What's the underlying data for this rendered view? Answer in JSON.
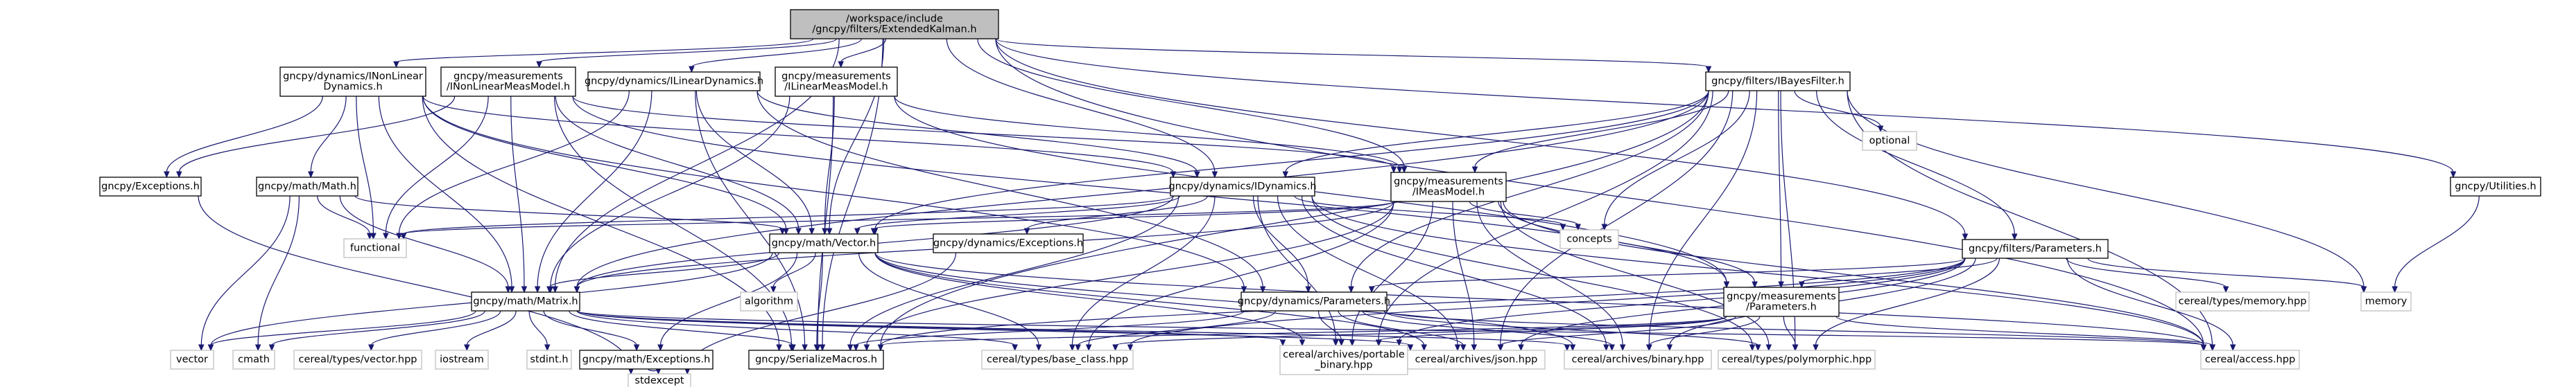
{
  "graph": {
    "nodes": [
      {
        "id": "root",
        "lines": [
          "/workspace/include",
          "/gncpy/filters/ExtendedKalman.h"
        ],
        "style": "root"
      },
      {
        "id": "nonlineardyn",
        "lines": [
          "gncpy/dynamics/INonLinear",
          "Dynamics.h"
        ],
        "style": "link"
      },
      {
        "id": "nonlinearmeas",
        "lines": [
          "gncpy/measurements",
          "/INonLinearMeasModel.h"
        ],
        "style": "link"
      },
      {
        "id": "lineardyn",
        "lines": [
          "gncpy/dynamics/ILinearDynamics.h"
        ],
        "style": "link"
      },
      {
        "id": "linearmeas",
        "lines": [
          "gncpy/measurements",
          "/ILinearMeasModel.h"
        ],
        "style": "link"
      },
      {
        "id": "bayes",
        "lines": [
          "gncpy/filters/IBayesFilter.h"
        ],
        "style": "link"
      },
      {
        "id": "exceptions",
        "lines": [
          "gncpy/Exceptions.h"
        ],
        "style": "link"
      },
      {
        "id": "mathh",
        "lines": [
          "gncpy/math/Math.h"
        ],
        "style": "link"
      },
      {
        "id": "idynamics",
        "lines": [
          "gncpy/dynamics/IDynamics.h"
        ],
        "style": "link"
      },
      {
        "id": "imeas",
        "lines": [
          "gncpy/measurements",
          "/IMeasModel.h"
        ],
        "style": "link"
      },
      {
        "id": "optional",
        "lines": [
          "optional"
        ],
        "style": "plain"
      },
      {
        "id": "utilities",
        "lines": [
          "gncpy/Utilities.h"
        ],
        "style": "link"
      },
      {
        "id": "functional",
        "lines": [
          "functional"
        ],
        "style": "plain"
      },
      {
        "id": "vectorh",
        "lines": [
          "gncpy/math/Vector.h"
        ],
        "style": "link"
      },
      {
        "id": "dynexc",
        "lines": [
          "gncpy/dynamics/Exceptions.h"
        ],
        "style": "link"
      },
      {
        "id": "concepts",
        "lines": [
          "concepts"
        ],
        "style": "plain"
      },
      {
        "id": "fparams",
        "lines": [
          "gncpy/filters/Parameters.h"
        ],
        "style": "link"
      },
      {
        "id": "matrixh",
        "lines": [
          "gncpy/math/Matrix.h"
        ],
        "style": "link"
      },
      {
        "id": "algorithm",
        "lines": [
          "algorithm"
        ],
        "style": "plain"
      },
      {
        "id": "dynparams",
        "lines": [
          "gncpy/dynamics/Parameters.h"
        ],
        "style": "link"
      },
      {
        "id": "measparams",
        "lines": [
          "gncpy/measurements",
          "/Parameters.h"
        ],
        "style": "link"
      },
      {
        "id": "cerealmemory",
        "lines": [
          "cereal/types/memory.hpp"
        ],
        "style": "plain"
      },
      {
        "id": "memory",
        "lines": [
          "memory"
        ],
        "style": "plain"
      },
      {
        "id": "vector",
        "lines": [
          "vector"
        ],
        "style": "plain"
      },
      {
        "id": "cmath",
        "lines": [
          "cmath"
        ],
        "style": "plain"
      },
      {
        "id": "cerealvector",
        "lines": [
          "cereal/types/vector.hpp"
        ],
        "style": "plain"
      },
      {
        "id": "iostream",
        "lines": [
          "iostream"
        ],
        "style": "plain"
      },
      {
        "id": "stdint",
        "lines": [
          "stdint.h"
        ],
        "style": "plain"
      },
      {
        "id": "mathexc",
        "lines": [
          "gncpy/math/Exceptions.h"
        ],
        "style": "link"
      },
      {
        "id": "serialize",
        "lines": [
          "gncpy/SerializeMacros.h"
        ],
        "style": "link"
      },
      {
        "id": "baseclass",
        "lines": [
          "cereal/types/base_class.hpp"
        ],
        "style": "plain"
      },
      {
        "id": "portable",
        "lines": [
          "cereal/archives/portable",
          "_binary.hpp"
        ],
        "style": "plain"
      },
      {
        "id": "json",
        "lines": [
          "cereal/archives/json.hpp"
        ],
        "style": "plain"
      },
      {
        "id": "binary",
        "lines": [
          "cereal/archives/binary.hpp"
        ],
        "style": "plain"
      },
      {
        "id": "polymorphic",
        "lines": [
          "cereal/types/polymorphic.hpp"
        ],
        "style": "plain"
      },
      {
        "id": "access",
        "lines": [
          "cereal/access.hpp"
        ],
        "style": "plain"
      },
      {
        "id": "stdexcept",
        "lines": [
          "stdexcept"
        ],
        "style": "plain"
      }
    ],
    "edges": [
      [
        "root",
        "nonlineardyn"
      ],
      [
        "root",
        "nonlinearmeas"
      ],
      [
        "root",
        "lineardyn"
      ],
      [
        "root",
        "linearmeas"
      ],
      [
        "root",
        "bayes"
      ],
      [
        "root",
        "idynamics"
      ],
      [
        "root",
        "imeas"
      ],
      [
        "root",
        "fparams"
      ],
      [
        "root",
        "utilities"
      ],
      [
        "root",
        "vectorh"
      ],
      [
        "root",
        "matrixh"
      ],
      [
        "root",
        "serialize"
      ],
      [
        "root",
        "access"
      ],
      [
        "nonlineardyn",
        "exceptions"
      ],
      [
        "nonlineardyn",
        "mathh"
      ],
      [
        "nonlineardyn",
        "functional"
      ],
      [
        "nonlineardyn",
        "vectorh"
      ],
      [
        "nonlineardyn",
        "matrixh"
      ],
      [
        "nonlineardyn",
        "idynamics"
      ],
      [
        "nonlineardyn",
        "dynparams"
      ],
      [
        "nonlineardyn",
        "serialize"
      ],
      [
        "nonlinearmeas",
        "functional"
      ],
      [
        "nonlinearmeas",
        "vectorh"
      ],
      [
        "nonlinearmeas",
        "matrixh"
      ],
      [
        "nonlinearmeas",
        "imeas"
      ],
      [
        "nonlinearmeas",
        "measparams"
      ],
      [
        "nonlinearmeas",
        "serialize"
      ],
      [
        "nonlinearmeas",
        "exceptions"
      ],
      [
        "lineardyn",
        "functional"
      ],
      [
        "lineardyn",
        "vectorh"
      ],
      [
        "lineardyn",
        "matrixh"
      ],
      [
        "lineardyn",
        "idynamics"
      ],
      [
        "lineardyn",
        "dynparams"
      ],
      [
        "lineardyn",
        "serialize"
      ],
      [
        "linearmeas",
        "vectorh"
      ],
      [
        "linearmeas",
        "matrixh"
      ],
      [
        "linearmeas",
        "imeas"
      ],
      [
        "linearmeas",
        "measparams"
      ],
      [
        "linearmeas",
        "serialize"
      ],
      [
        "bayes",
        "idynamics"
      ],
      [
        "bayes",
        "imeas"
      ],
      [
        "bayes",
        "optional"
      ],
      [
        "bayes",
        "fparams"
      ],
      [
        "bayes",
        "vectorh"
      ],
      [
        "bayes",
        "matrixh"
      ],
      [
        "bayes",
        "concepts"
      ],
      [
        "bayes",
        "memory"
      ],
      [
        "bayes",
        "serialize"
      ],
      [
        "bayes",
        "portable"
      ],
      [
        "bayes",
        "json"
      ],
      [
        "bayes",
        "binary"
      ],
      [
        "bayes",
        "polymorphic"
      ],
      [
        "bayes",
        "access"
      ],
      [
        "bayes",
        "dynparams"
      ],
      [
        "bayes",
        "measparams"
      ],
      [
        "mathh",
        "functional"
      ],
      [
        "mathh",
        "vectorh"
      ],
      [
        "mathh",
        "matrixh"
      ],
      [
        "mathh",
        "vector"
      ],
      [
        "mathh",
        "cmath"
      ],
      [
        "idynamics",
        "functional"
      ],
      [
        "idynamics",
        "vectorh"
      ],
      [
        "idynamics",
        "matrixh"
      ],
      [
        "idynamics",
        "dynexc"
      ],
      [
        "idynamics",
        "dynparams"
      ],
      [
        "idynamics",
        "concepts"
      ],
      [
        "idynamics",
        "serialize"
      ],
      [
        "idynamics",
        "baseclass"
      ],
      [
        "idynamics",
        "portable"
      ],
      [
        "idynamics",
        "json"
      ],
      [
        "idynamics",
        "binary"
      ],
      [
        "idynamics",
        "polymorphic"
      ],
      [
        "idynamics",
        "access"
      ],
      [
        "imeas",
        "functional"
      ],
      [
        "imeas",
        "vectorh"
      ],
      [
        "imeas",
        "matrixh"
      ],
      [
        "imeas",
        "measparams"
      ],
      [
        "imeas",
        "concepts"
      ],
      [
        "imeas",
        "serialize"
      ],
      [
        "imeas",
        "baseclass"
      ],
      [
        "imeas",
        "portable"
      ],
      [
        "imeas",
        "json"
      ],
      [
        "imeas",
        "binary"
      ],
      [
        "imeas",
        "polymorphic"
      ],
      [
        "imeas",
        "access"
      ],
      [
        "utilities",
        "memory"
      ],
      [
        "vectorh",
        "algorithm"
      ],
      [
        "vectorh",
        "matrixh"
      ],
      [
        "vectorh",
        "mathexc"
      ],
      [
        "vectorh",
        "serialize"
      ],
      [
        "vectorh",
        "vector"
      ],
      [
        "vectorh",
        "baseclass"
      ],
      [
        "vectorh",
        "portable"
      ],
      [
        "vectorh",
        "json"
      ],
      [
        "vectorh",
        "binary"
      ],
      [
        "vectorh",
        "access"
      ],
      [
        "dynexc",
        "stdexcept"
      ],
      [
        "fparams",
        "memory"
      ],
      [
        "fparams",
        "cerealmemory"
      ],
      [
        "fparams",
        "dynparams"
      ],
      [
        "fparams",
        "measparams"
      ],
      [
        "fparams",
        "serialize"
      ],
      [
        "fparams",
        "baseclass"
      ],
      [
        "fparams",
        "portable"
      ],
      [
        "fparams",
        "json"
      ],
      [
        "fparams",
        "binary"
      ],
      [
        "fparams",
        "polymorphic"
      ],
      [
        "fparams",
        "access"
      ],
      [
        "matrixh",
        "vector"
      ],
      [
        "matrixh",
        "cmath"
      ],
      [
        "matrixh",
        "cerealvector"
      ],
      [
        "matrixh",
        "iostream"
      ],
      [
        "matrixh",
        "stdint"
      ],
      [
        "matrixh",
        "mathexc"
      ],
      [
        "matrixh",
        "serialize"
      ],
      [
        "matrixh",
        "baseclass"
      ],
      [
        "matrixh",
        "portable"
      ],
      [
        "matrixh",
        "json"
      ],
      [
        "matrixh",
        "binary"
      ],
      [
        "matrixh",
        "access"
      ],
      [
        "dynparams",
        "serialize"
      ],
      [
        "dynparams",
        "baseclass"
      ],
      [
        "dynparams",
        "portable"
      ],
      [
        "dynparams",
        "json"
      ],
      [
        "dynparams",
        "binary"
      ],
      [
        "dynparams",
        "polymorphic"
      ],
      [
        "dynparams",
        "access"
      ],
      [
        "measparams",
        "serialize"
      ],
      [
        "measparams",
        "baseclass"
      ],
      [
        "measparams",
        "portable"
      ],
      [
        "measparams",
        "json"
      ],
      [
        "measparams",
        "binary"
      ],
      [
        "measparams",
        "polymorphic"
      ],
      [
        "measparams",
        "access"
      ],
      [
        "mathexc",
        "stdexcept"
      ],
      [
        "exceptions",
        "stdexcept"
      ]
    ]
  }
}
